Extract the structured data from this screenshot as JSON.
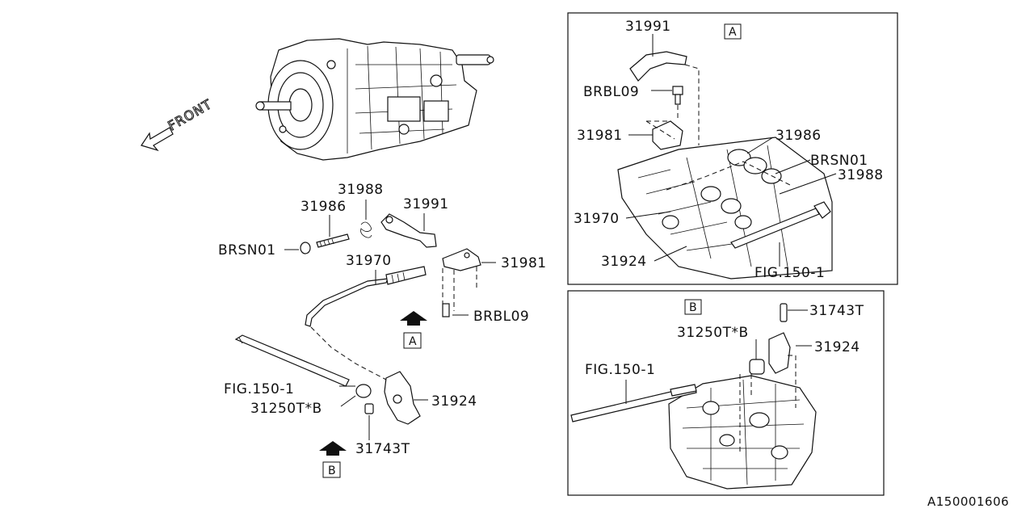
{
  "labels": {
    "front": "FRONT",
    "main": {
      "l31988": "31988",
      "l31986": "31986",
      "l31991": "31991",
      "brsn01": "BRSN01",
      "l31970": "31970",
      "l31981": "31981",
      "brbl09": "BRBL09",
      "tagA": "A",
      "fig150": "FIG.150-1",
      "l31250": "31250T*B",
      "l31924": "31924",
      "l31743": "31743T",
      "tagB": "B"
    },
    "panelA": {
      "tag": "A",
      "l31991": "31991",
      "brbl09": "BRBL09",
      "l31981": "31981",
      "l31986": "31986",
      "brsn01": "BRSN01",
      "l31988": "31988",
      "l31970": "31970",
      "l31924": "31924",
      "fig150": "FIG.150-1"
    },
    "panelB": {
      "tag": "B",
      "l31743": "31743T",
      "l31250": "31250T*B",
      "l31924": "31924",
      "fig150": "FIG.150-1"
    }
  },
  "document_id": "A150001606"
}
